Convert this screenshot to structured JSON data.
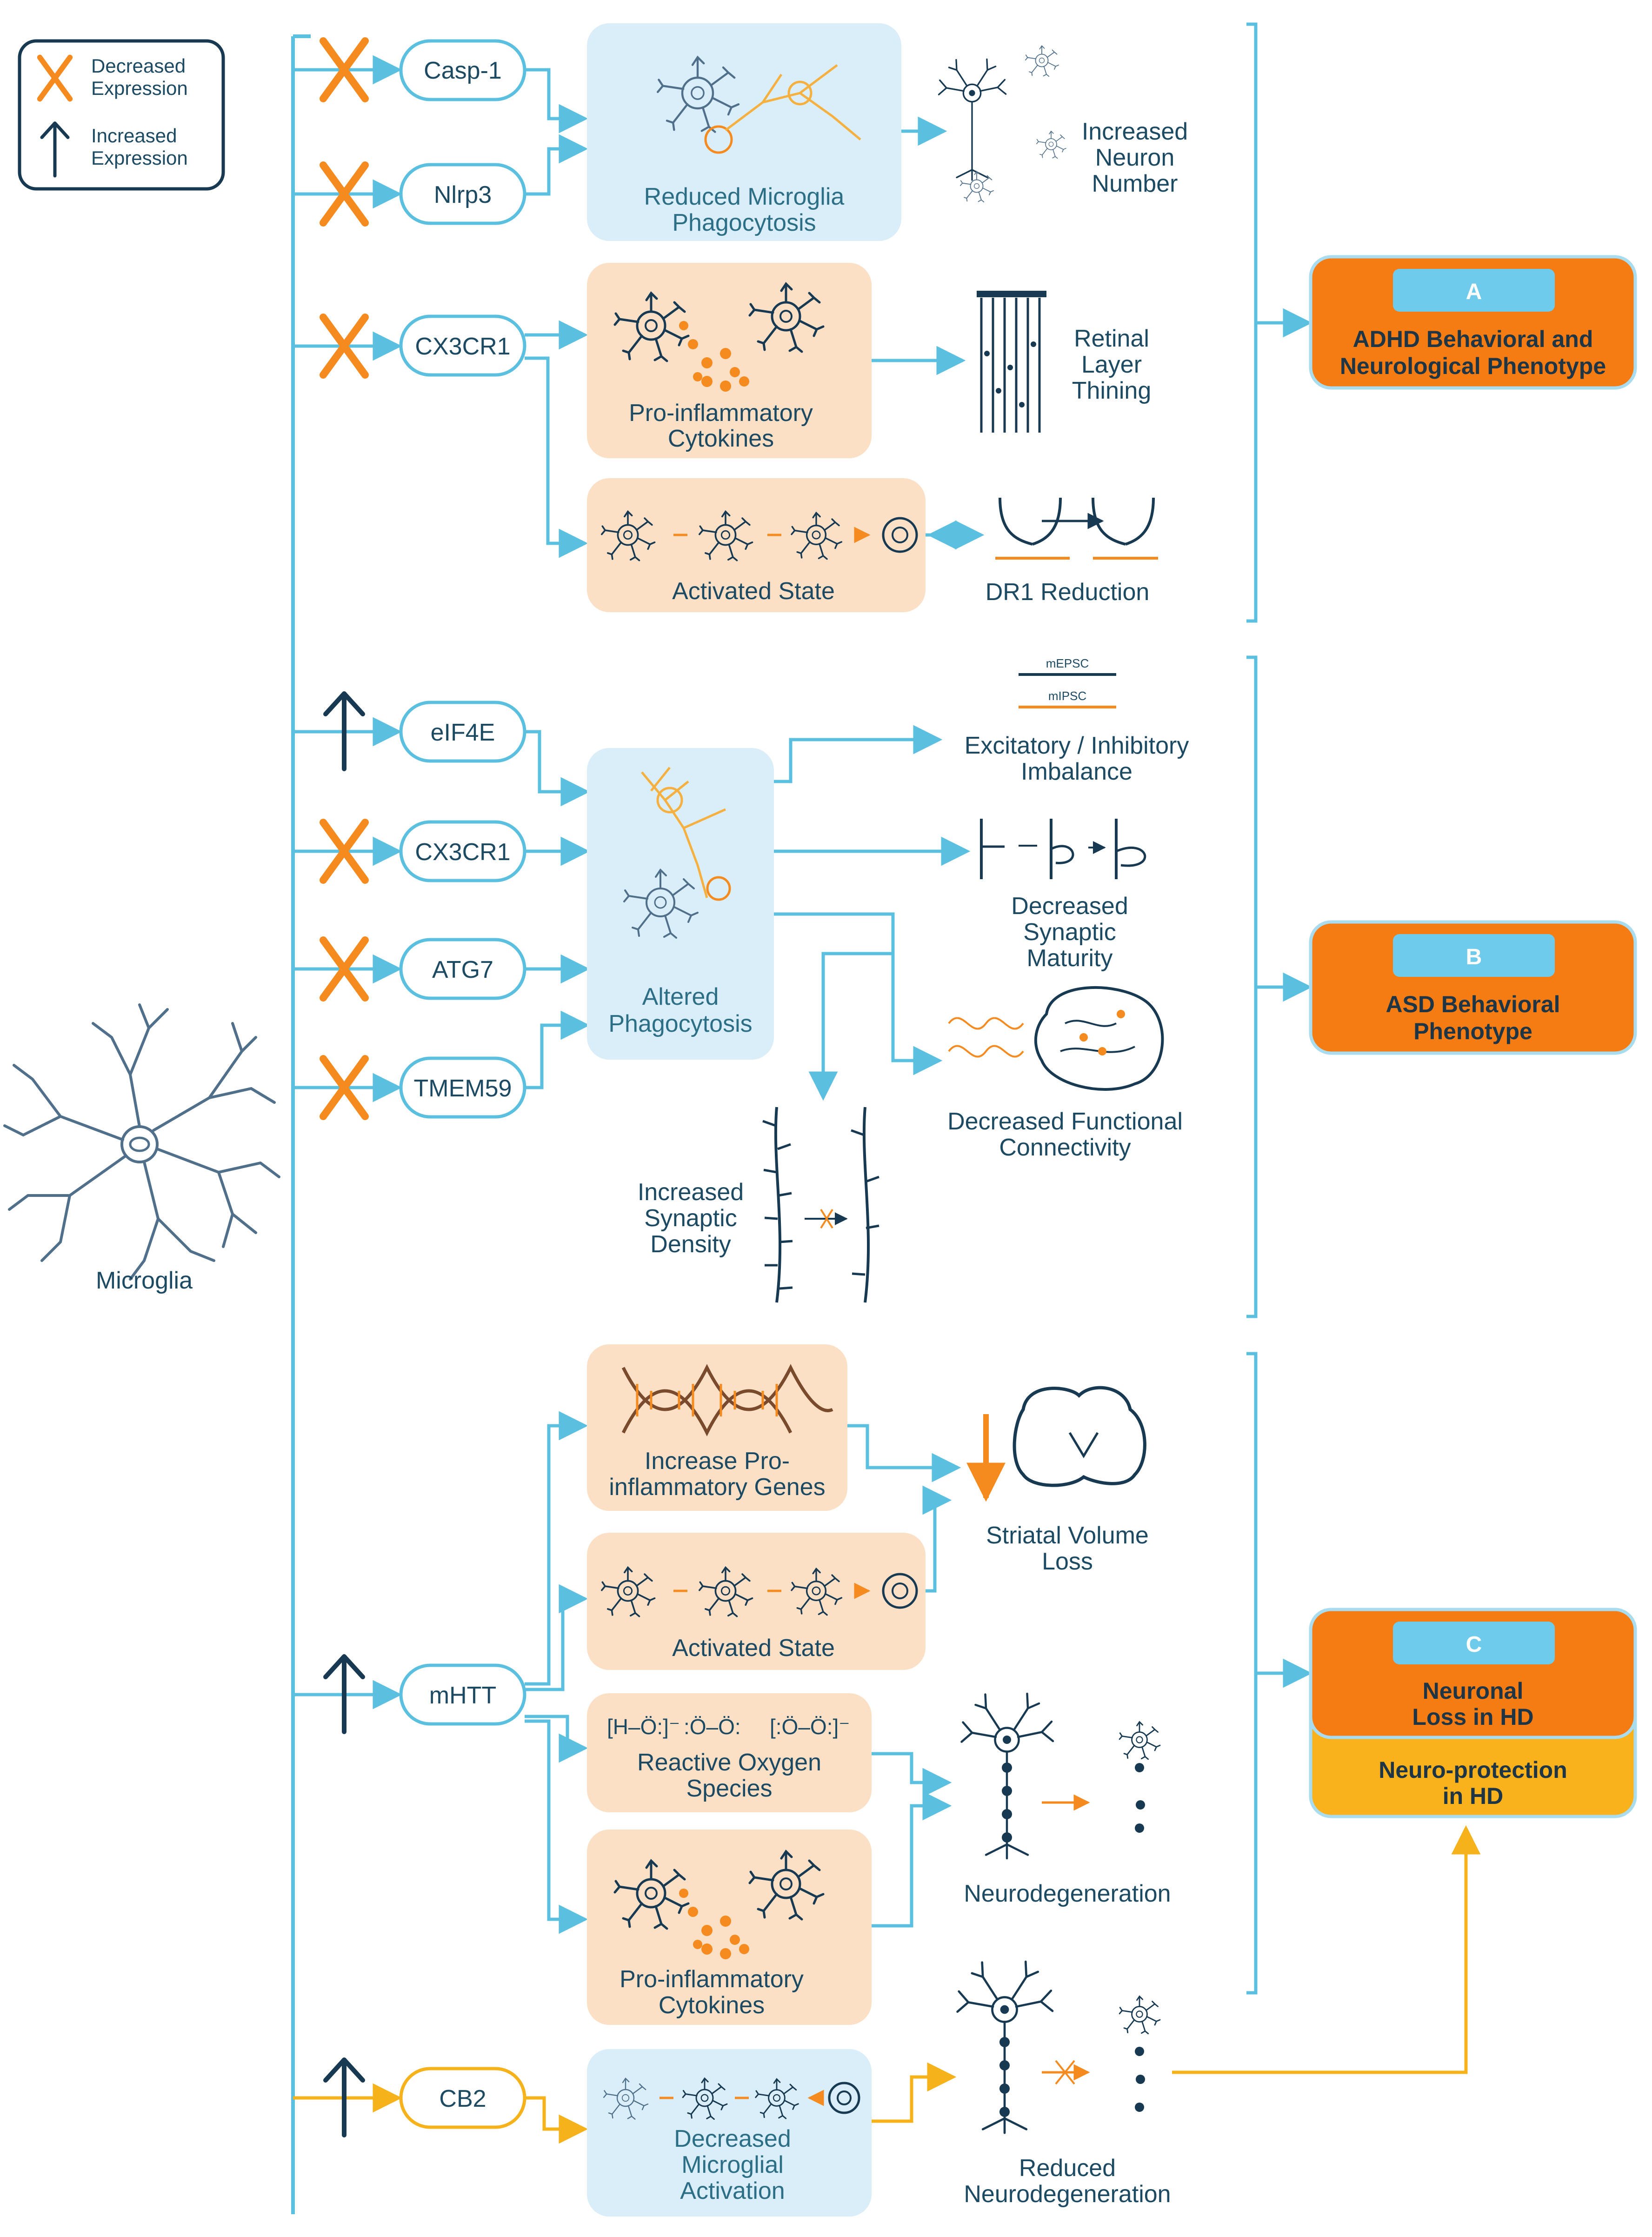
{
  "colors": {
    "line_blue": "#5bc0e0",
    "line_yellow": "#f5b21a",
    "orange": "#f58a1f",
    "navy": "#173a52",
    "box_blue": "#d9eef8",
    "box_peach": "#fce0c6",
    "outcome_orange": "#f57c12",
    "outcome_yellow": "#f9b21b",
    "badge_blue": "#6fcbec"
  },
  "legend": {
    "decreased": [
      "Decreased",
      "Expression"
    ],
    "increased": [
      "Increased",
      "Expression"
    ],
    "decreased_icon": "orange-x-icon",
    "increased_icon": "up-arrow-icon"
  },
  "microglia_label": "Microglia",
  "genes": {
    "casp1": "Casp-1",
    "nlrp3": "Nlrp3",
    "cx3cr1_a": "CX3CR1",
    "eif4e": "eIF4E",
    "cx3cr1_b": "CX3CR1",
    "atg7": "ATG7",
    "tmem59": "TMEM59",
    "mhtt": "mHTT",
    "cb2": "CB2"
  },
  "mechanisms": {
    "reduced_phago": [
      "Reduced Microglia",
      "Phagocytosis"
    ],
    "proinflam_a": [
      "Pro-inflammatory",
      "Cytokines"
    ],
    "activated_a": "Activated State",
    "altered_phago": [
      "Altered",
      "Phagocytosis"
    ],
    "proinflam_genes": [
      "Increase Pro-",
      "inflammatory Genes"
    ],
    "activated_c": "Activated State",
    "ros": [
      "Reactive Oxygen",
      "Species"
    ],
    "proinflam_c": [
      "Pro-inflammatory",
      "Cytokines"
    ],
    "decreased_activation": [
      "Decreased",
      "Microglial",
      "Activation"
    ],
    "ros_formulas": [
      "[H–Ö:]⁻",
      ":Ö–Ö:",
      "[:Ö–Ö:]⁻"
    ]
  },
  "effects": {
    "increased_neuron": [
      "Increased",
      "Neuron",
      "Number"
    ],
    "retinal": [
      "Retinal",
      "Layer",
      "Thining"
    ],
    "dr1": "DR1 Reduction",
    "ei_imbalance": [
      "Excitatory / Inhibitory",
      "Imbalance"
    ],
    "mepsc": "mEPSC",
    "mipsc": "mIPSC",
    "synaptic_maturity": [
      "Decreased",
      "Synaptic",
      "Maturity"
    ],
    "functional_conn": [
      "Decreased Functional",
      "Connectivity"
    ],
    "synaptic_density": [
      "Increased",
      "Synaptic",
      "Density"
    ],
    "striatal": [
      "Striatal Volume",
      "Loss"
    ],
    "neurodegeneration": "Neurodegeneration",
    "reduced_neurodeg": [
      "Reduced",
      "Neurodegeneration"
    ]
  },
  "outcomes": {
    "a_badge": "A",
    "a_text": [
      "ADHD Behavioral and",
      "Neurological Phenotype"
    ],
    "b_badge": "B",
    "b_text": [
      "ASD Behavioral",
      "Phenotype"
    ],
    "c_badge": "C",
    "c_text": [
      "Neuronal",
      "Loss in HD"
    ],
    "c_protect": [
      "Neuro-protection",
      "in HD"
    ]
  }
}
